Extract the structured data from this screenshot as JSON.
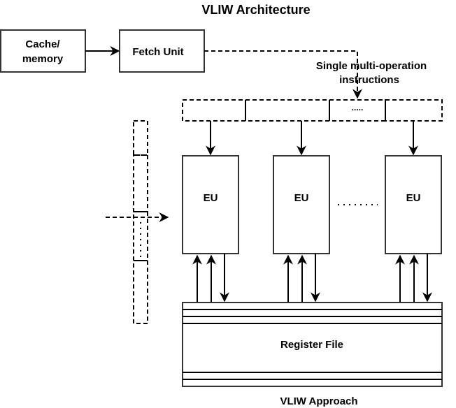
{
  "title": "VLIW Architecture",
  "caption": "VLIW Approach",
  "nodes": {
    "cache": [
      "Cache/",
      "memory"
    ],
    "fetch": "Fetch Unit",
    "instruction_label": [
      "Single multi-operation",
      "instructions"
    ],
    "instruction_slot_ellipsis": ".....",
    "eu_labels": [
      "EU",
      "EU",
      "EU"
    ],
    "eu_ellipsis": "........",
    "register_file": "Register File"
  }
}
